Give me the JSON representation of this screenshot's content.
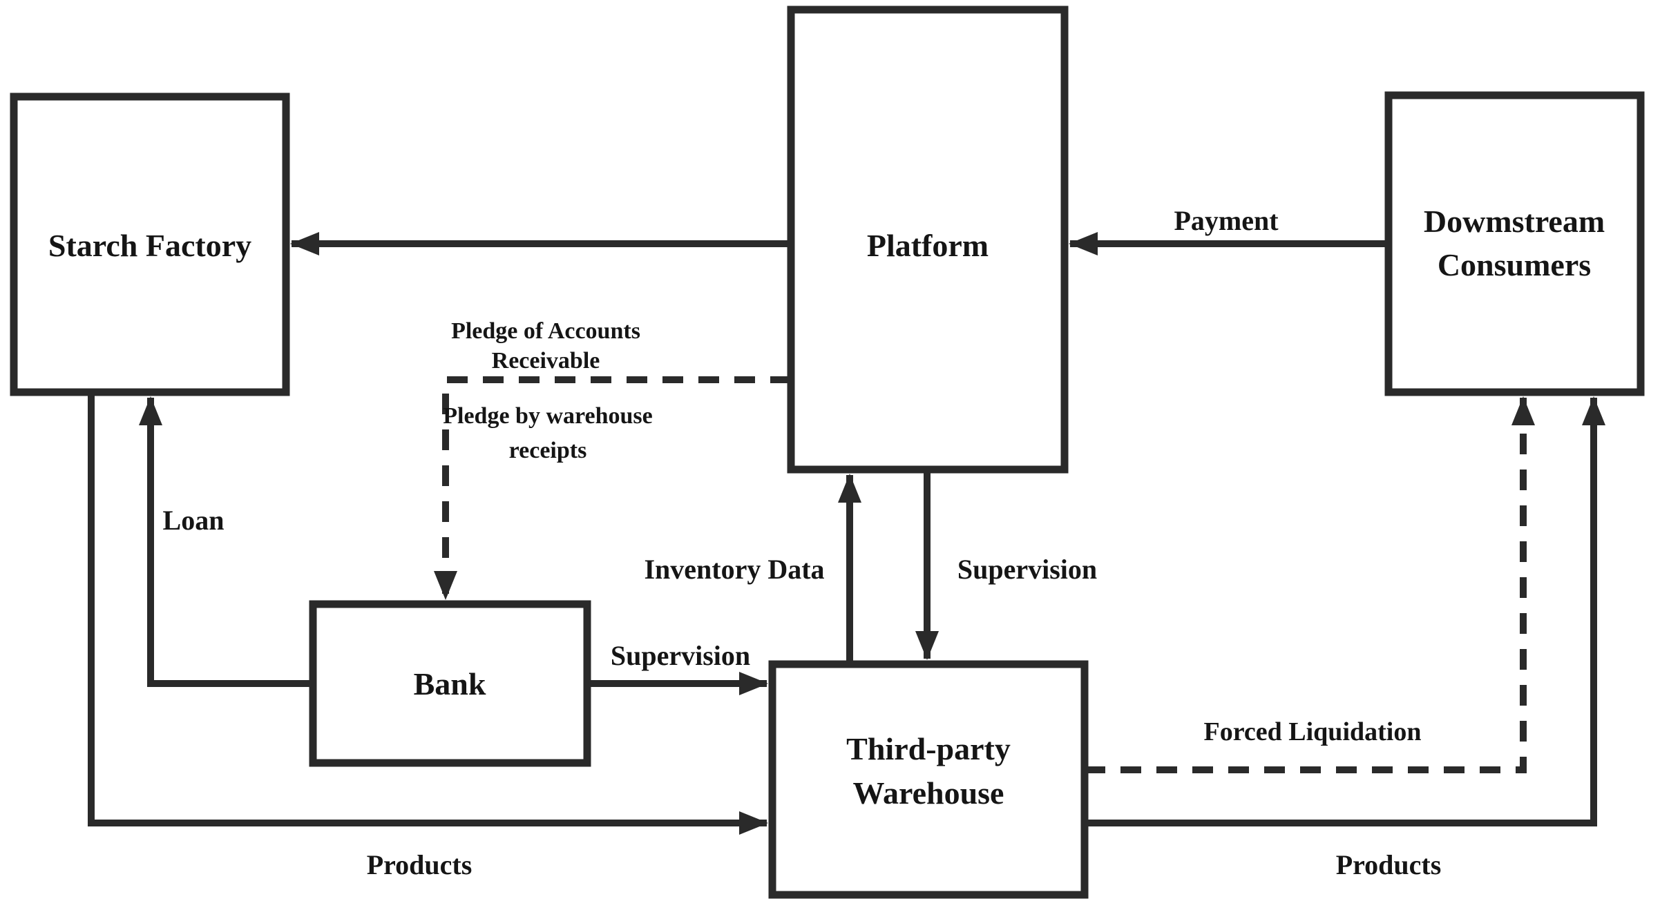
{
  "canvas": {
    "background": "#ffffff",
    "line_color": "#2a2a2a",
    "text_color": "#151515"
  },
  "nodes": {
    "starch_factory": {
      "label": "Starch Factory"
    },
    "platform": {
      "label": "Platform"
    },
    "downstream_consumers": {
      "line1": "Dowmstream",
      "line2": "Consumers"
    },
    "bank": {
      "label": "Bank"
    },
    "third_party_warehouse": {
      "line1": "Third-party",
      "line2": "Warehouse"
    }
  },
  "labels": {
    "payment": "Payment",
    "loan": "Loan",
    "pledge_accounts_1": "Pledge of Accounts",
    "pledge_accounts_2": "Receivable",
    "pledge_receipts_1": "Pledge by warehouse",
    "pledge_receipts_2": "receipts",
    "inventory_data": "Inventory Data",
    "supervision_platform_warehouse": "Supervision",
    "supervision_bank_warehouse": "Supervision",
    "forced_liquidation": "Forced Liquidation",
    "products_factory_warehouse": "Products",
    "products_warehouse_consumers": "Products"
  },
  "edges": [
    {
      "id": "platform-to-starch-factory",
      "from": "Platform",
      "to": "Starch Factory",
      "label": "",
      "style": "solid"
    },
    {
      "id": "payment",
      "from": "Dowmstream Consumers",
      "to": "Platform",
      "label": "Payment",
      "style": "solid"
    },
    {
      "id": "loan",
      "from": "Bank",
      "to": "Starch Factory",
      "label": "Loan",
      "style": "solid"
    },
    {
      "id": "pledge",
      "from": "Platform",
      "to": "Bank",
      "label": "Pledge of Accounts Receivable / Pledge by warehouse receipts",
      "style": "dashed"
    },
    {
      "id": "supervision-bank",
      "from": "Bank",
      "to": "Third-party Warehouse",
      "label": "Supervision",
      "style": "solid"
    },
    {
      "id": "inventory-data",
      "from": "Third-party Warehouse",
      "to": "Platform",
      "label": "Inventory Data",
      "style": "solid"
    },
    {
      "id": "supervision-platform",
      "from": "Platform",
      "to": "Third-party Warehouse",
      "label": "Supervision",
      "style": "solid"
    },
    {
      "id": "products-left",
      "from": "Starch Factory",
      "to": "Third-party Warehouse",
      "label": "Products",
      "style": "solid"
    },
    {
      "id": "forced-liquidation",
      "from": "Third-party Warehouse",
      "to": "Dowmstream Consumers",
      "label": "Forced Liquidation",
      "style": "dashed"
    },
    {
      "id": "products-right",
      "from": "Third-party Warehouse",
      "to": "Dowmstream Consumers",
      "label": "Products",
      "style": "solid"
    }
  ]
}
